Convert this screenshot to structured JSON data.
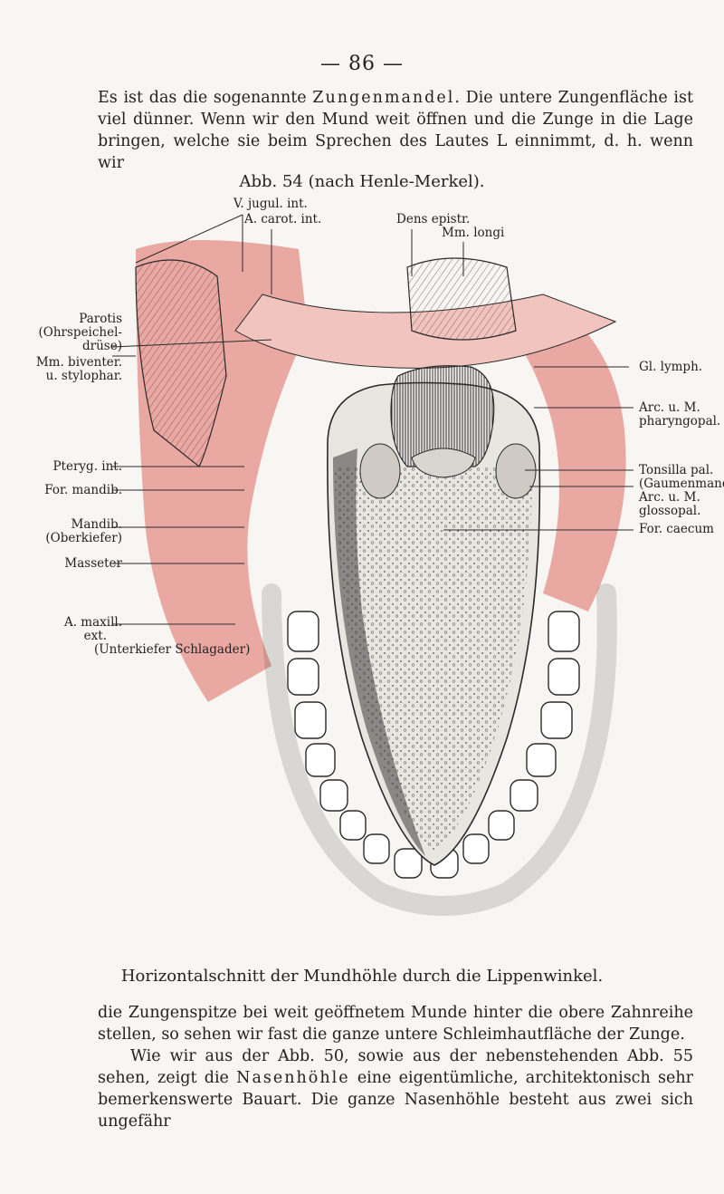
{
  "page_number": "— 86 —",
  "paragraph_top": {
    "start": "Es ist das die sogenannte ",
    "term": "Zungenmandel",
    "end": ". Die untere Zungenfläche ist viel dünner. Wenn wir den Mund weit öffnen und die Zunge in die Lage bringen, welche sie beim Sprechen des Lautes L einnimmt, d. h. wenn wir"
  },
  "figure": {
    "title": "Abb. 54 (nach Henle-Merkel).",
    "caption": "Horizontalschnitt der Mundhöhle durch die Lippenwinkel.",
    "labels": {
      "v_jugul": "V. jugul. int.",
      "a_carot": "A. carot. int.",
      "dens_epistr": "Dens epistr.",
      "mm_longi": "Mm. longi",
      "parotis_1": "Parotis",
      "parotis_2": "(Ohrspeichel-",
      "parotis_3": "drüse)",
      "mm_biventer_1": "Mm. biventer.",
      "mm_biventer_2": "u. stylophar.",
      "pteryg": "Pteryg. int.",
      "for_mandib": "For. mandib.",
      "mandib_1": "Mandib.",
      "mandib_2": "(Oberkiefer)",
      "masseter": "Masseter",
      "a_maxill_1": "A. maxill.",
      "a_maxill_2": "ext.",
      "a_maxill_3": "(Unterkiefer Schlagader)",
      "gl_lymph": "Gl. lymph.",
      "arc_phar_1": "Arc. u. M.",
      "arc_phar_2": "pharyngopal.",
      "tonsilla_1": "Tonsilla pal.",
      "tonsilla_2": "(Gaumenmand",
      "arc_gloss_1": "Arc. u. M.",
      "arc_gloss_2": "glossopal.",
      "for_caecum": "For. caecum"
    }
  },
  "paragraph_bottom": {
    "line1": "die Zungenspitze bei weit geöffnetem Munde hinter die obere Zahnreihe stellen, so sehen wir fast die ganze untere Schleimhautfläche der Zunge.",
    "line2_start": "Wie wir aus der Abb. 50, sowie aus der nebenstehenden Abb. 55 sehen, zeigt die ",
    "line2_term": "Nasenhöhle",
    "line2_end": " eine eigentümliche, architektonisch sehr bemerkenswerte Bauart. Die ganze Nasenhöhle besteht aus zwei sich ungefähr"
  },
  "colors": {
    "muscle_pink": "#e89a94",
    "tissue_light": "#f2c4bf",
    "ink": "#2a2a2a",
    "tongue_dark": "#3b3b3b",
    "paper": "#f7f6f2"
  }
}
